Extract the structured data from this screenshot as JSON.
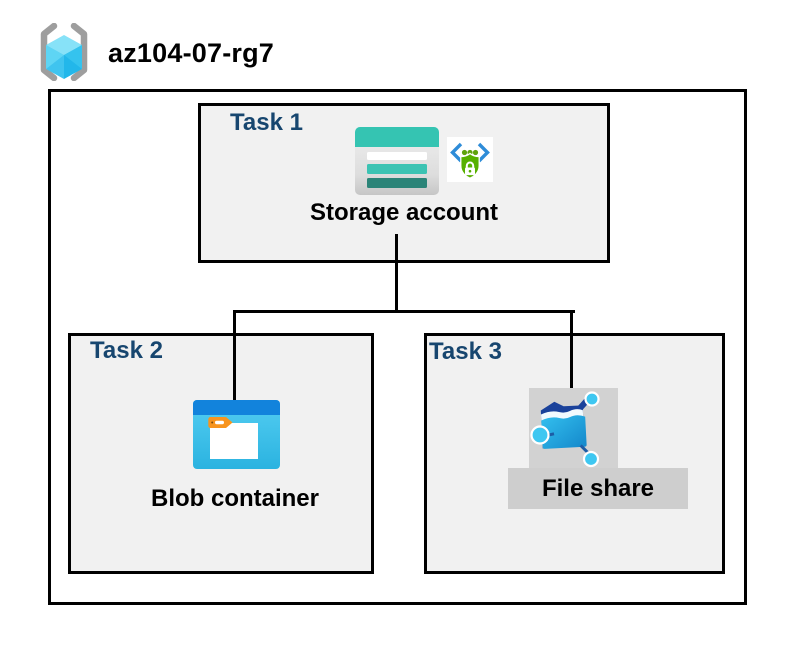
{
  "header": {
    "resource_group_name": "az104-07-rg7",
    "resource_group_icon": "azure-resource-group-icon"
  },
  "diagram": {
    "tasks": [
      {
        "label": "Task 1",
        "resource": "Storage account",
        "icons": [
          "storage-account-icon",
          "sas-security-icon"
        ]
      },
      {
        "label": "Task 2",
        "resource": "Blob container",
        "icons": [
          "blob-container-icon"
        ]
      },
      {
        "label": "Task 3",
        "resource": "File share",
        "icons": [
          "file-share-icon"
        ]
      }
    ],
    "connections": [
      {
        "from": "Storage account",
        "to": "Blob container"
      },
      {
        "from": "Storage account",
        "to": "File share"
      }
    ]
  },
  "colors": {
    "task_label_navy": "#17466F",
    "box_fill_gray": "#F1F1F1",
    "border_black": "#000000",
    "storage_teal": "#35C4B2",
    "storage_teal_dark": "#2B8478",
    "azure_blue": "#1283DC",
    "container_cyan": "#36BFE8",
    "tag_orange": "#F7941E",
    "sas_green": "#57B000",
    "sas_bracket_blue": "#2E8CD8",
    "bracket_gray": "#9E9E9E",
    "cube_cyan_light": "#87E2F8",
    "cube_cyan_mid": "#4FCCF1",
    "cube_cyan_dark": "#2CBEEC",
    "folder_navy": "#1B429B",
    "node_cyan": "#3EC7F1",
    "chip_gray": "#D2D2D2"
  }
}
